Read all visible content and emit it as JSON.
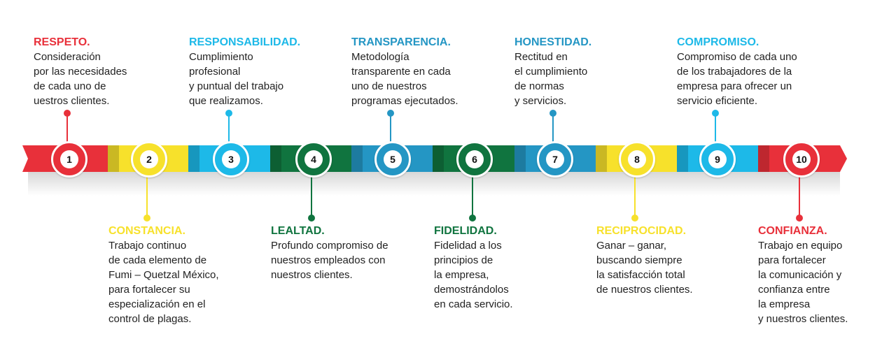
{
  "colors": {
    "red": "#e8303a",
    "yellow": "#f7e12b",
    "cyan": "#1db9e8",
    "green": "#10743f",
    "blue": "#2496c4"
  },
  "steps": [
    {
      "number": "1",
      "title": "RESPETO.",
      "color": "#e8303a",
      "position": "top",
      "lines": [
        "Consideración",
        "por las necesidades",
        "de cada uno de",
        "uestros clientes."
      ]
    },
    {
      "number": "2",
      "title": "CONSTANCIA.",
      "color": "#f7e12b",
      "position": "bottom",
      "lines": [
        "Trabajo continuo",
        "de cada elemento de",
        "Fumi – Quetzal México,",
        "para fortalecer su",
        "especialización en el",
        "control de plagas."
      ]
    },
    {
      "number": "3",
      "title": "RESPONSABILIDAD.",
      "color": "#1db9e8",
      "position": "top",
      "lines": [
        "Cumplimiento",
        "profesional",
        "y puntual del trabajo",
        "que realizamos."
      ]
    },
    {
      "number": "4",
      "title": "LEALTAD.",
      "color": "#10743f",
      "position": "bottom",
      "lines": [
        "Profundo compromiso de",
        "nuestros empleados con",
        "nuestros clientes."
      ]
    },
    {
      "number": "5",
      "title": "TRANSPARENCIA.",
      "color": "#2496c4",
      "position": "top",
      "lines": [
        "Metodología",
        "transparente en cada",
        "uno de nuestros",
        "programas ejecutados."
      ]
    },
    {
      "number": "6",
      "title": "FIDELIDAD.",
      "color": "#10743f",
      "position": "bottom",
      "lines": [
        "Fidelidad a los",
        "principios de",
        "la empresa,",
        "demostrándolos",
        "en cada servicio."
      ]
    },
    {
      "number": "7",
      "title": "HONESTIDAD.",
      "color": "#2496c4",
      "position": "top",
      "lines": [
        "Rectitud en",
        "el cumplimiento",
        "de normas",
        "y servicios."
      ]
    },
    {
      "number": "8",
      "title": "RECIPROCIDAD.",
      "color": "#f7e12b",
      "position": "bottom",
      "lines": [
        "Ganar – ganar,",
        "buscando siempre",
        "la satisfacción total",
        "de nuestros clientes."
      ]
    },
    {
      "number": "9",
      "title": "COMPROMISO.",
      "color": "#1db9e8",
      "position": "top",
      "lines": [
        "Compromiso de cada uno",
        "de los trabajadores de la",
        "empresa para ofrecer un",
        "servicio eficiente."
      ]
    },
    {
      "number": "10",
      "title": "CONFIANZA.",
      "color": "#e8303a",
      "position": "bottom",
      "lines": [
        "Trabajo en equipo",
        "para fortalecer",
        "la comunicación y",
        "confianza entre",
        "la empresa",
        "y nuestros clientes."
      ]
    }
  ]
}
